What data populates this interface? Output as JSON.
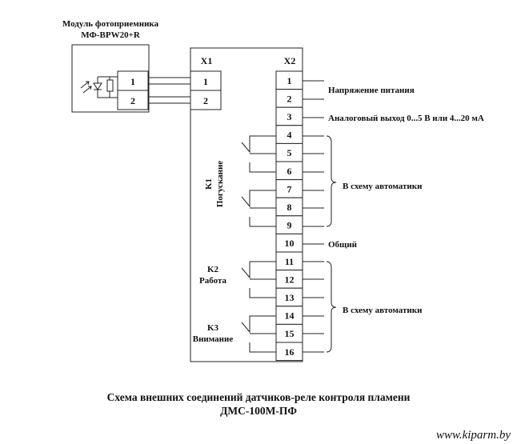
{
  "module": {
    "label_line1": "Модуль фотоприемника",
    "label_line2": "МФ-BPW20+R",
    "terminals": [
      "1",
      "2"
    ]
  },
  "device": {
    "x1_label": "X1",
    "x2_label": "X2",
    "x1_terminals": [
      "1",
      "2"
    ],
    "x2_terminals": [
      "1",
      "2",
      "3",
      "4",
      "5",
      "6",
      "7",
      "8",
      "9",
      "10",
      "11",
      "12",
      "13",
      "14",
      "15",
      "16"
    ]
  },
  "relays": {
    "k1": {
      "name": "K1",
      "role": "Погускание"
    },
    "k2": {
      "name": "K2",
      "role": "Работа"
    },
    "k3": {
      "name": "K3",
      "role": "Внимание"
    }
  },
  "annotations": {
    "power": "Напряжение питания",
    "analog": "Аналоговый выход 0...5 В или 4...20 мА",
    "automation_1": "В схему автоматики",
    "common": "Общий",
    "automation_2": "В схему автоматики"
  },
  "caption": {
    "line1": "Схема внешних соединений датчиков-реле контроля пламени",
    "line2": "ДМС-100М-ПФ"
  },
  "watermark": "www.kiparm.by"
}
